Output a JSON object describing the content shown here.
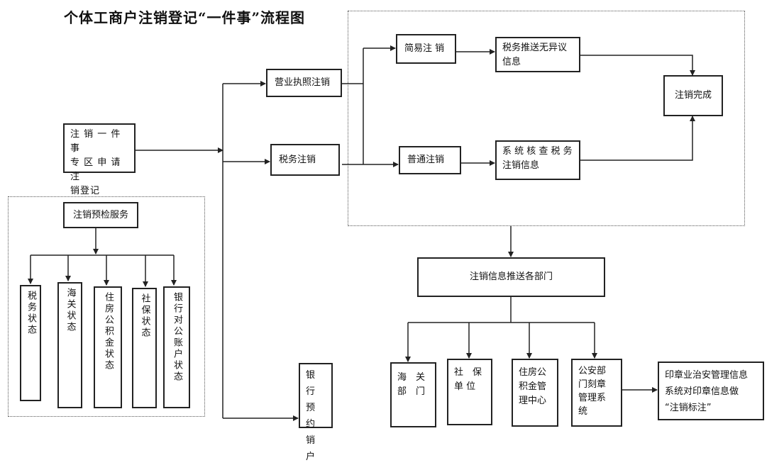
{
  "title": "个体工商户注销登记“一件事”流程图",
  "nodes": {
    "apply": "注 销 一 件 事\n专 区 申 请 注\n销登记",
    "precheck": "注销预检服务",
    "tax_status": "税务状态",
    "customs_status": "海关状态",
    "housing_status": "住房公积金状态",
    "social_status": "社保状态",
    "bank_status": "银行对公账户状态",
    "biz_license_cancel": "营业执照注销",
    "tax_cancel": "税务注销",
    "simple_cancel": "简易注 销",
    "normal_cancel": "普通注销",
    "tax_push_no_objection": "税务推送无异议\n信息",
    "system_check_tax": "系 统 核 查 税 务\n注销信息",
    "cancel_done": "注销完成",
    "bank_reserve": "银 行\n预 约\n销户",
    "push_departments": "注销信息推送各部门",
    "dept_customs": "海　关\n部　门",
    "dept_social": "社　保\n单 位",
    "dept_housing": "住房公\n积金管\n理中心",
    "dept_police": "公安部\n门刻章\n管理系\n统",
    "seal_system": "印章业治安管理信息\n系统对印章信息做\n“注销标注”"
  }
}
